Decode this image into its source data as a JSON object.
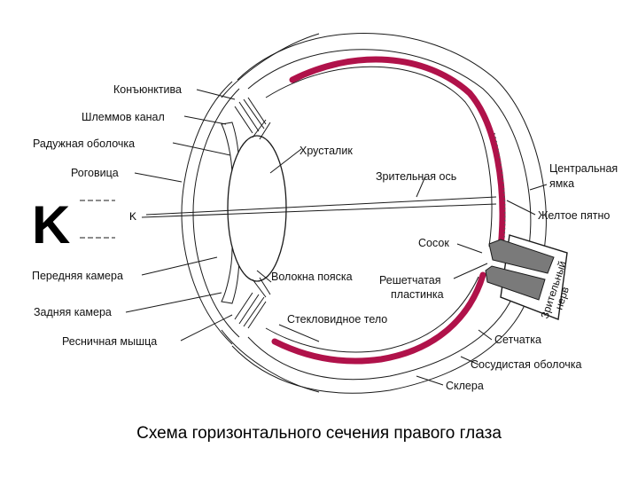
{
  "labels": {
    "conjunctiva": "Конъюнктива",
    "schlemm": "Шлеммов канал",
    "iris": "Радужная оболочка",
    "cornea": "Роговица",
    "lens": "Хрусталик",
    "visual_axis": "Зрительная ось",
    "fovea_1": "Центральная",
    "fovea_2": "ямка",
    "macula": "Желтое пятно",
    "papilla": "Сосок",
    "lamina_1": "Решетчатая",
    "lamina_2": "пластинка",
    "optic_nerve_1": "Зрительный",
    "optic_nerve_2": "нерв",
    "anterior_chamber": "Передняя камера",
    "zonule": "Волокна пояска",
    "posterior_chamber": "Задняя камера",
    "vitreous": "Стекловидное тело",
    "ciliary": "Ресничная мышца",
    "retina": "Сетчатка",
    "choroid": "Сосудистая оболочка",
    "sclera": "Склера",
    "object_big": "K",
    "object_small": "K"
  },
  "caption": "Схема горизонтального сечения правого глаза",
  "colors": {
    "choroid": "#b0124a",
    "line": "#1a1a1a"
  }
}
